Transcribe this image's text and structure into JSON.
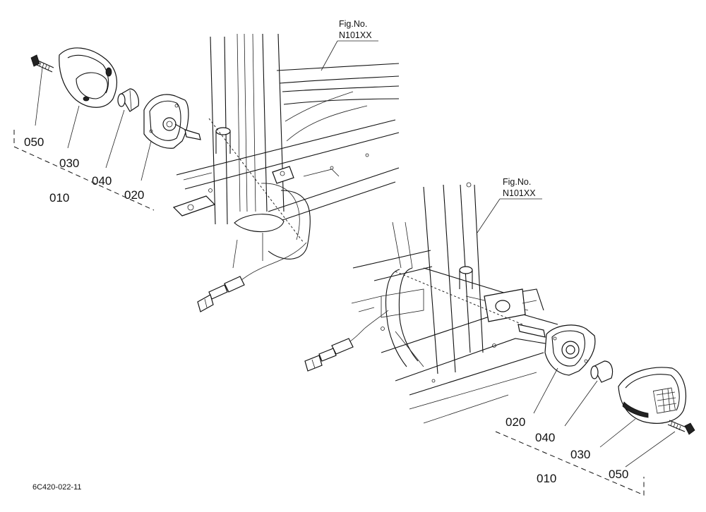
{
  "figure_refs": [
    {
      "line1": "Fig.No.",
      "line2": "N101XX"
    },
    {
      "line1": "Fig.No.",
      "line2": "N101XX"
    }
  ],
  "left_assembly": {
    "labels": {
      "p050": "050",
      "p030": "030",
      "p040": "040",
      "p020": "020",
      "p010": "010"
    }
  },
  "right_assembly": {
    "labels": {
      "p020": "020",
      "p040": "040",
      "p030": "030",
      "p010": "010",
      "p050": "050"
    }
  },
  "drawing_code": "6C420-022-11"
}
